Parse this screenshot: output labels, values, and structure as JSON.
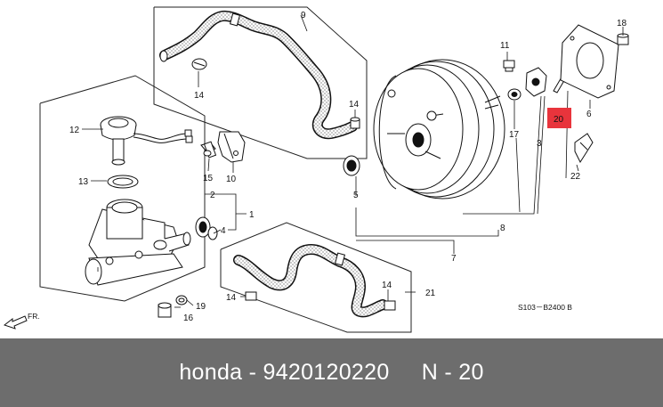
{
  "callouts": {
    "c1": "1",
    "c2": "2",
    "c3": "3",
    "c4": "4",
    "c5": "5",
    "c6": "6",
    "c7": "7",
    "c8": "8",
    "c9": "9",
    "c10": "10",
    "c11": "11",
    "c12": "12",
    "c13": "13",
    "c14a": "14",
    "c14b": "14",
    "c14c": "14",
    "c14d": "14",
    "c15": "15",
    "c16": "16",
    "c17": "17",
    "c18": "18",
    "c19": "19",
    "c20": "20",
    "c21": "21",
    "c22": "22"
  },
  "front_label": "FR.",
  "ref_code": "S103－B2400 B",
  "highlight_color": "#e8343c",
  "footer": {
    "brand": "honda",
    "sep1": " - ",
    "part_number": "9420120220",
    "gap": "     ",
    "position": "N - 20"
  }
}
